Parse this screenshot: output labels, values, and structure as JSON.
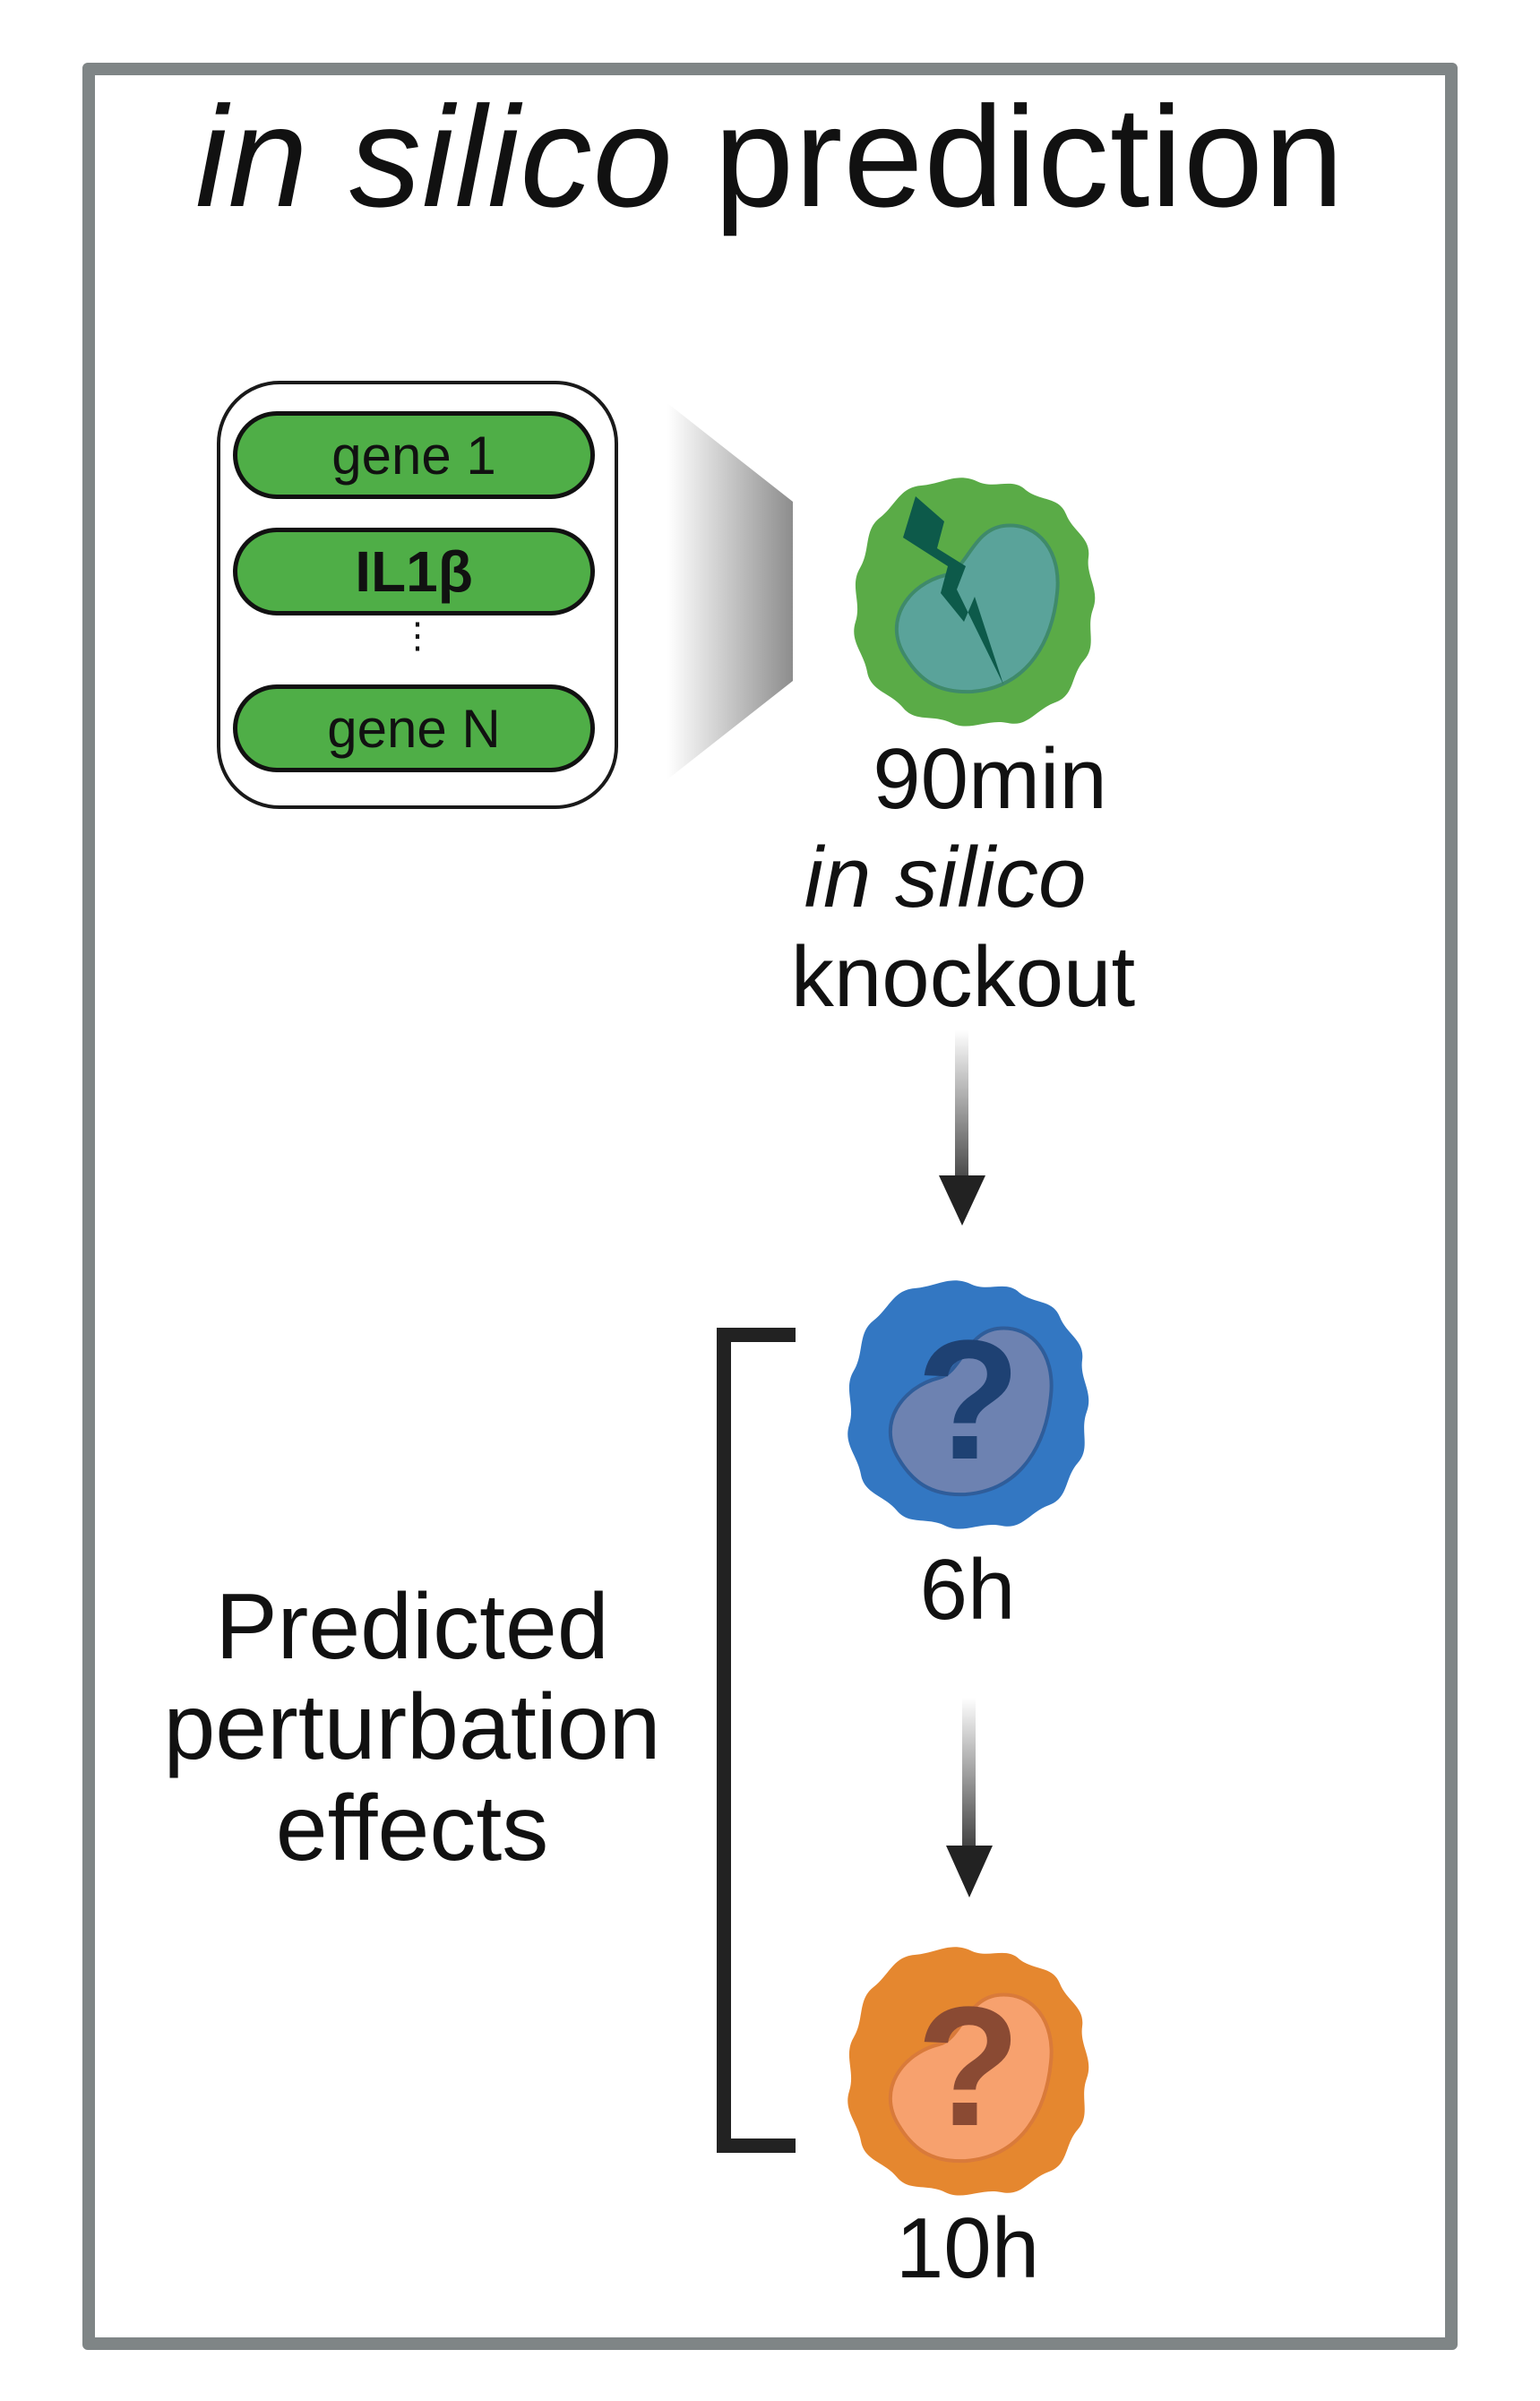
{
  "title": {
    "italic": "in silico",
    "rest": " prediction"
  },
  "genes": [
    {
      "label": "gene 1",
      "bold": false
    },
    {
      "label": "IL1β",
      "bold": true
    },
    {
      "label": "gene N",
      "bold": false
    }
  ],
  "ellipsis": "⋮",
  "stages": {
    "knockout": {
      "line1": "90min",
      "line2": "in silico",
      "line3": "knockout",
      "color": "#5aab47",
      "icon": "lightning-icon"
    },
    "six_hours": {
      "label": "6h",
      "color": "#3377c2",
      "icon": "question-mark-icon"
    },
    "ten_hours": {
      "label": "10h",
      "color": "#e5872f",
      "icon": "question-mark-icon"
    }
  },
  "bracket_label": {
    "line1": "Predicted",
    "line2": "perturbation",
    "line3": "effects"
  },
  "colors": {
    "frame": "#7f8586",
    "gene_pill": "#4fae47",
    "arrow": "#222222"
  }
}
